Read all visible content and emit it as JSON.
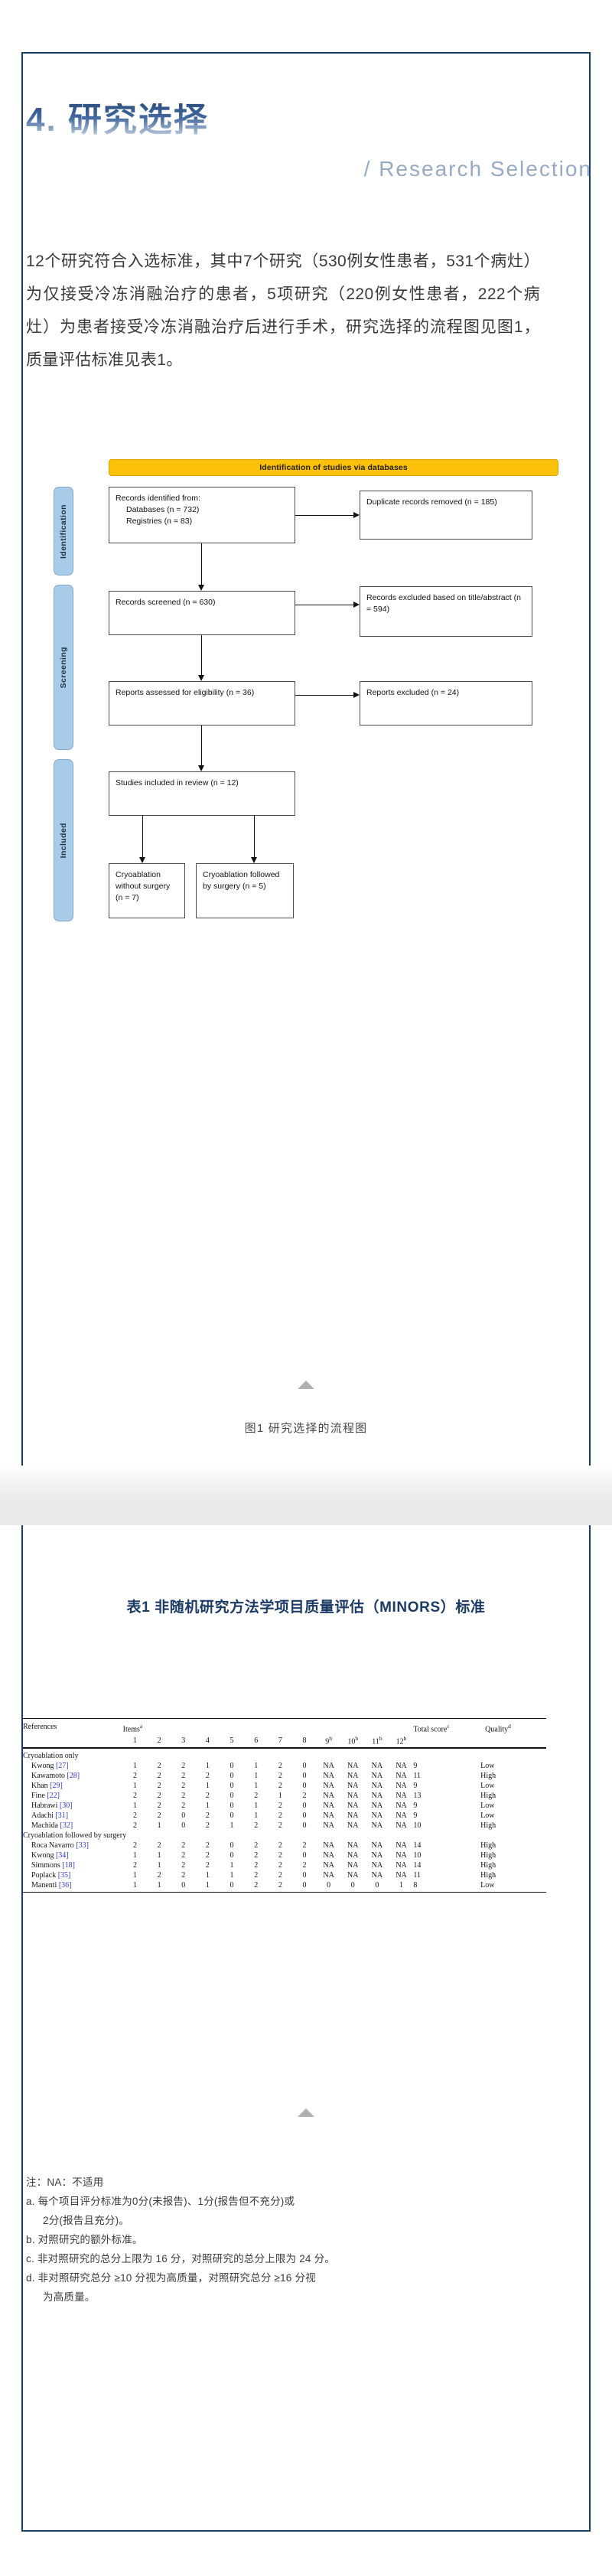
{
  "header": {
    "title_cn": "4. 研究选择",
    "title_en": "/ Research Selection"
  },
  "body": {
    "paragraph": "12个研究符合入选标准，其中7个研究（530例女性患者，531个病灶）为仅接受冷冻消融治疗的患者，5项研究（220例女性患者，222个病灶）为患者接受冷冻消融治疗后进行手术，研究选择的流程图见图1，质量评估标准见表1。"
  },
  "figure": {
    "banner": "Identification of studies via databases",
    "stages": [
      {
        "label": "Identification"
      },
      {
        "label": "Screening"
      },
      {
        "label": "Included"
      }
    ],
    "boxes": {
      "identified_title": "Records identified from:",
      "identified_l1": "Databases (n = 732)",
      "identified_l2": "Registries (n = 83)",
      "duplicates_l1": "Duplicate records removed",
      "duplicates_l2": "(n = 185)",
      "screened_l1": "Records screened",
      "screened_l2": "(n = 630)",
      "excluded_title_l1": "Records excluded based",
      "excluded_title_l2": "on title/abstract",
      "excluded_title_l3": "(n = 594)",
      "eligibility_l1": "Reports assessed for eligibility",
      "eligibility_l2": "(n = 36)",
      "reports_excluded_l1": "Reports excluded",
      "reports_excluded_l2": "(n = 24)",
      "included_l1": "Studies included in review",
      "included_l2": "(n = 12)",
      "cryo_only_l1": "Cryoablation",
      "cryo_only_l2": "without surgery",
      "cryo_only_l3": "(n = 7)",
      "cryo_surg_l1": "Cryoablation",
      "cryo_surg_l2": "followed by surgery",
      "cryo_surg_l3": "(n = 5)"
    },
    "caption": "图1 研究选择的流程图"
  },
  "table": {
    "title": "表1 非随机研究方法学项目质量评估（MINORS）标准",
    "headers": {
      "references": "References",
      "items": "Items",
      "items_sup": "a",
      "total": "Total score",
      "total_sup": "c",
      "quality": "Quality",
      "quality_sup": "d"
    },
    "item_columns": [
      {
        "num": "1",
        "sup": ""
      },
      {
        "num": "2",
        "sup": ""
      },
      {
        "num": "3",
        "sup": ""
      },
      {
        "num": "4",
        "sup": ""
      },
      {
        "num": "5",
        "sup": ""
      },
      {
        "num": "6",
        "sup": ""
      },
      {
        "num": "7",
        "sup": ""
      },
      {
        "num": "8",
        "sup": ""
      },
      {
        "num": "9",
        "sup": "b"
      },
      {
        "num": "10",
        "sup": "b"
      },
      {
        "num": "11",
        "sup": "b"
      },
      {
        "num": "12",
        "sup": "b"
      }
    ],
    "groups": [
      {
        "label": "Cryoablation only",
        "rows": [
          {
            "name": "Kwong",
            "ref": "[27]",
            "items": [
              "1",
              "2",
              "2",
              "1",
              "0",
              "1",
              "2",
              "0",
              "NA",
              "NA",
              "NA",
              "NA"
            ],
            "total": "9",
            "quality": "Low"
          },
          {
            "name": "Kawamoto",
            "ref": "[28]",
            "items": [
              "2",
              "2",
              "2",
              "2",
              "0",
              "1",
              "2",
              "0",
              "NA",
              "NA",
              "NA",
              "NA"
            ],
            "total": "11",
            "quality": "High"
          },
          {
            "name": "Khan",
            "ref": "[29]",
            "items": [
              "1",
              "2",
              "2",
              "1",
              "0",
              "1",
              "2",
              "0",
              "NA",
              "NA",
              "NA",
              "NA"
            ],
            "total": "9",
            "quality": "Low"
          },
          {
            "name": "Fine",
            "ref": "[22]",
            "items": [
              "2",
              "2",
              "2",
              "2",
              "0",
              "2",
              "1",
              "2",
              "NA",
              "NA",
              "NA",
              "NA"
            ],
            "total": "13",
            "quality": "High"
          },
          {
            "name": "Habrawi",
            "ref": "[30]",
            "items": [
              "1",
              "2",
              "2",
              "1",
              "0",
              "1",
              "2",
              "0",
              "NA",
              "NA",
              "NA",
              "NA"
            ],
            "total": "9",
            "quality": "Low"
          },
          {
            "name": "Adachi",
            "ref": "[31]",
            "items": [
              "2",
              "2",
              "0",
              "2",
              "0",
              "1",
              "2",
              "0",
              "NA",
              "NA",
              "NA",
              "NA"
            ],
            "total": "9",
            "quality": "Low"
          },
          {
            "name": "Machida",
            "ref": "[32]",
            "items": [
              "2",
              "1",
              "0",
              "2",
              "1",
              "2",
              "2",
              "0",
              "NA",
              "NA",
              "NA",
              "NA"
            ],
            "total": "10",
            "quality": "High"
          }
        ]
      },
      {
        "label": "Cryoablation followed by surgery",
        "rows": [
          {
            "name": "Roca Navarro",
            "ref": "[33]",
            "items": [
              "2",
              "2",
              "2",
              "2",
              "0",
              "2",
              "2",
              "2",
              "NA",
              "NA",
              "NA",
              "NA"
            ],
            "total": "14",
            "quality": "High"
          },
          {
            "name": "Kwong",
            "ref": "[34]",
            "items": [
              "1",
              "1",
              "2",
              "2",
              "0",
              "2",
              "2",
              "0",
              "NA",
              "NA",
              "NA",
              "NA"
            ],
            "total": "10",
            "quality": "High"
          },
          {
            "name": "Simmons",
            "ref": "[18]",
            "items": [
              "2",
              "1",
              "2",
              "2",
              "1",
              "2",
              "2",
              "2",
              "NA",
              "NA",
              "NA",
              "NA"
            ],
            "total": "14",
            "quality": "High"
          },
          {
            "name": "Poplack",
            "ref": "[35]",
            "items": [
              "1",
              "2",
              "2",
              "1",
              "1",
              "2",
              "2",
              "0",
              "NA",
              "NA",
              "NA",
              "NA"
            ],
            "total": "11",
            "quality": "High"
          },
          {
            "name": "Manenti",
            "ref": "[36]",
            "items": [
              "1",
              "1",
              "0",
              "1",
              "0",
              "2",
              "2",
              "0",
              "0",
              "0",
              "0",
              "1"
            ],
            "total": "8",
            "quality": "Low"
          }
        ]
      }
    ]
  },
  "notes": {
    "na": "注：NA：不适用",
    "a_line1": "a. 每个项目评分标准为0分(未报告)、1分(报告但不充分)或",
    "a_line2": "2分(报告且充分)。",
    "b": "b. 对照研究的额外标准。",
    "c": "c. 非对照研究的总分上限为 16 分，对照研究的总分上限为 24 分。",
    "d_line1": "d. 非对照研究总分 ≥10 分视为高质量，对照研究总分 ≥16 分视",
    "d_line2": "为高质量。"
  },
  "colors": {
    "frame": "#123a6b",
    "banner": "#fcc10a",
    "stage": "#a8cbe8",
    "title_accent": "#2e4f7f",
    "link": "#2c39d6"
  }
}
